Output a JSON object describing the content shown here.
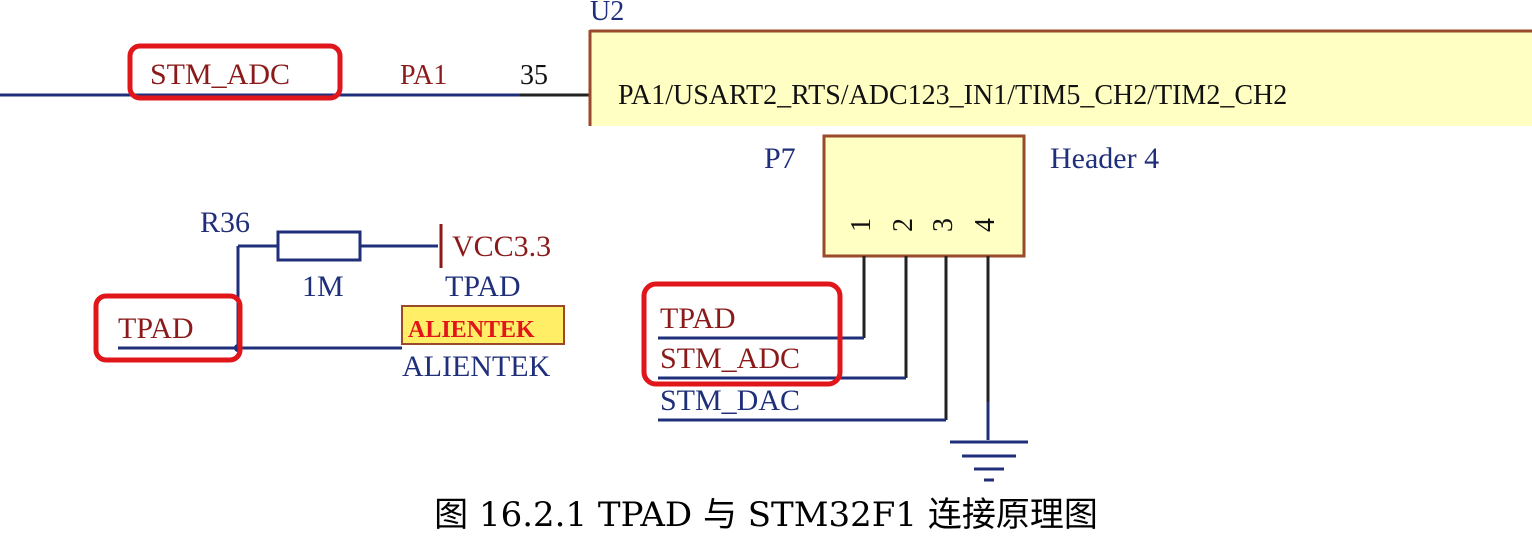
{
  "u2": {
    "ref": "U2",
    "pin_function": "PA1/USART2_RTS/ADC123_IN1/TIM5_CH2/TIM2_CH2",
    "pin_number": "35",
    "pin_name": "PA1",
    "net_label": "STM_ADC"
  },
  "r36": {
    "ref": "R36",
    "value": "1M",
    "power": "VCC3.3",
    "net_label": "TPAD"
  },
  "pad": {
    "label": "TPAD",
    "logo": "ALIENTEK",
    "name": "ALIENTEK"
  },
  "p7": {
    "ref": "P7",
    "type": "Header 4",
    "pins": [
      "1",
      "2",
      "3",
      "4"
    ],
    "nets": [
      "TPAD",
      "STM_ADC",
      "STM_DAC"
    ]
  },
  "caption": "图 16.2.1 TPAD 与 STM32F1 连接原理图",
  "colors": {
    "wire": "#1f2f7a",
    "highlight": "#e0161b",
    "component_fill": "#ffffc4",
    "component_stroke": "#9a4a2a",
    "logo_fill": "#ffee66"
  }
}
